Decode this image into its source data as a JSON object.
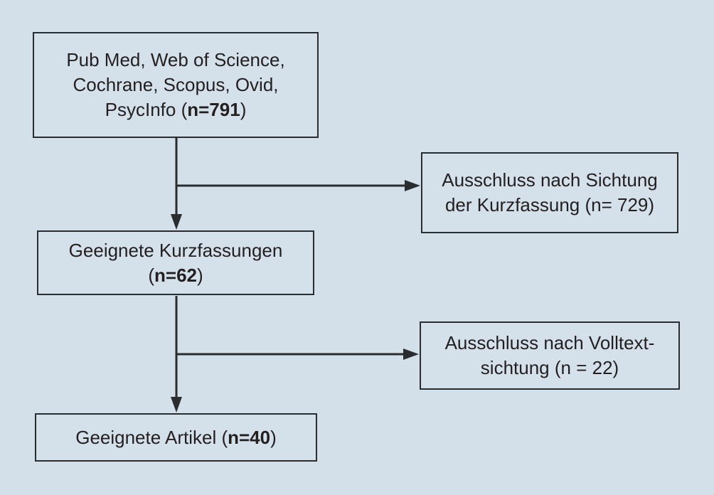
{
  "diagram": {
    "type": "flowchart-study-selection",
    "colors": {
      "background": "#d3e0e9",
      "box_fill": "#d5e1ea",
      "line_and_border": "#2a2d30",
      "text": "#231f20"
    },
    "boxes": {
      "sources": {
        "line1": "Pub Med, Web of Science,",
        "line2": "Cochrane, Scopus, Ovid,",
        "line3_pre": "PsycInfo (",
        "line3_bold": "n=791",
        "line3_post": ")"
      },
      "excluded_abstract": {
        "line1": "Ausschluss nach Sichtung",
        "line2": "der Kurzfassung (n= 729)"
      },
      "eligible_abstracts": {
        "line1": "Geeignete Kurzfassungen",
        "line2_pre": "(",
        "line2_bold": "n=62",
        "line2_post": ")"
      },
      "excluded_fulltext": {
        "line1": "Ausschluss nach Volltext-",
        "line2": "sichtung (n = 22)"
      },
      "eligible_articles": {
        "pre": "Geeignete Artikel (",
        "bold": "n=40",
        "post": ")"
      }
    }
  }
}
